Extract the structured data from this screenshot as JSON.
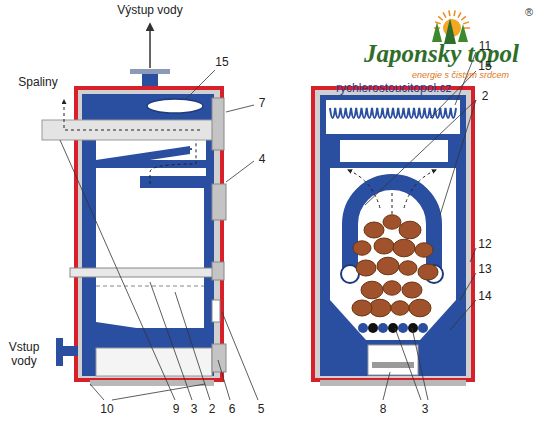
{
  "diagram": {
    "labels": [
      "Výstup vody",
      "®",
      "Japonsky topol",
      "energie s čistým srdcem",
      "rychlerostoucitopol.cz",
      "15",
      "Spaliny",
      "7",
      "4",
      "11",
      "15",
      "2",
      "Vstup vody",
      "12",
      "13",
      "14",
      "10",
      "9",
      "3",
      "2",
      "6",
      "5",
      "8",
      "3"
    ]
  }
}
